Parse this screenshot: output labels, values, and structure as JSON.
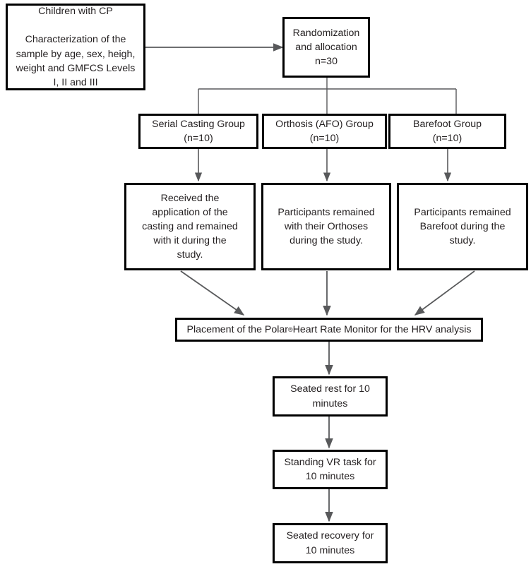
{
  "diagram": {
    "title": "Study flow diagram",
    "type": "flowchart",
    "colors": {
      "box_border": "#000000",
      "box_fill": "#ffffff",
      "connector": "#58595b",
      "text": "#231f20"
    },
    "nodes": [
      {
        "id": "children-cp",
        "name": "children-with-cp-box",
        "text": "Children with CP\n\nCharacterization of the\nsample by age, sex, heigh,\nweight and GMFCS Levels\nI, II and III"
      },
      {
        "id": "randomization",
        "name": "randomization-box",
        "text": "Randomization\nand allocation\nn=30"
      },
      {
        "id": "serial-casting-group",
        "name": "serial-casting-group-box",
        "text": "Serial Casting Group\n(n=10)"
      },
      {
        "id": "orthosis-group",
        "name": "orthosis-afo-group-box",
        "text": "Orthosis (AFO) Group\n(n=10)"
      },
      {
        "id": "barefoot-group",
        "name": "barefoot-group-box",
        "text": "Barefoot Group\n(n=10)"
      },
      {
        "id": "casting-detail",
        "name": "serial-casting-detail-box",
        "text": "Received the\napplication of the\ncasting and remained\nwith it during the\nstudy."
      },
      {
        "id": "orthosis-detail",
        "name": "orthosis-detail-box",
        "text": "Participants remained\nwith their Orthoses\nduring the study."
      },
      {
        "id": "barefoot-detail",
        "name": "barefoot-detail-box",
        "text": "Participants remained\nBarefoot during the\nstudy."
      },
      {
        "id": "polar-monitor",
        "name": "polar-hr-monitor-box",
        "text_before": "Placement of the Polar",
        "superscript": "®",
        "text_after": " Heart Rate Monitor for the HRV analysis"
      },
      {
        "id": "seated-rest",
        "name": "seated-rest-box",
        "text": "Seated rest for 10\nminutes"
      },
      {
        "id": "standing-vr",
        "name": "standing-vr-task-box",
        "text": "Standing VR task for\n10 minutes"
      },
      {
        "id": "seated-recovery",
        "name": "seated-recovery-box",
        "text": "Seated recovery for\n10 minutes"
      }
    ]
  }
}
